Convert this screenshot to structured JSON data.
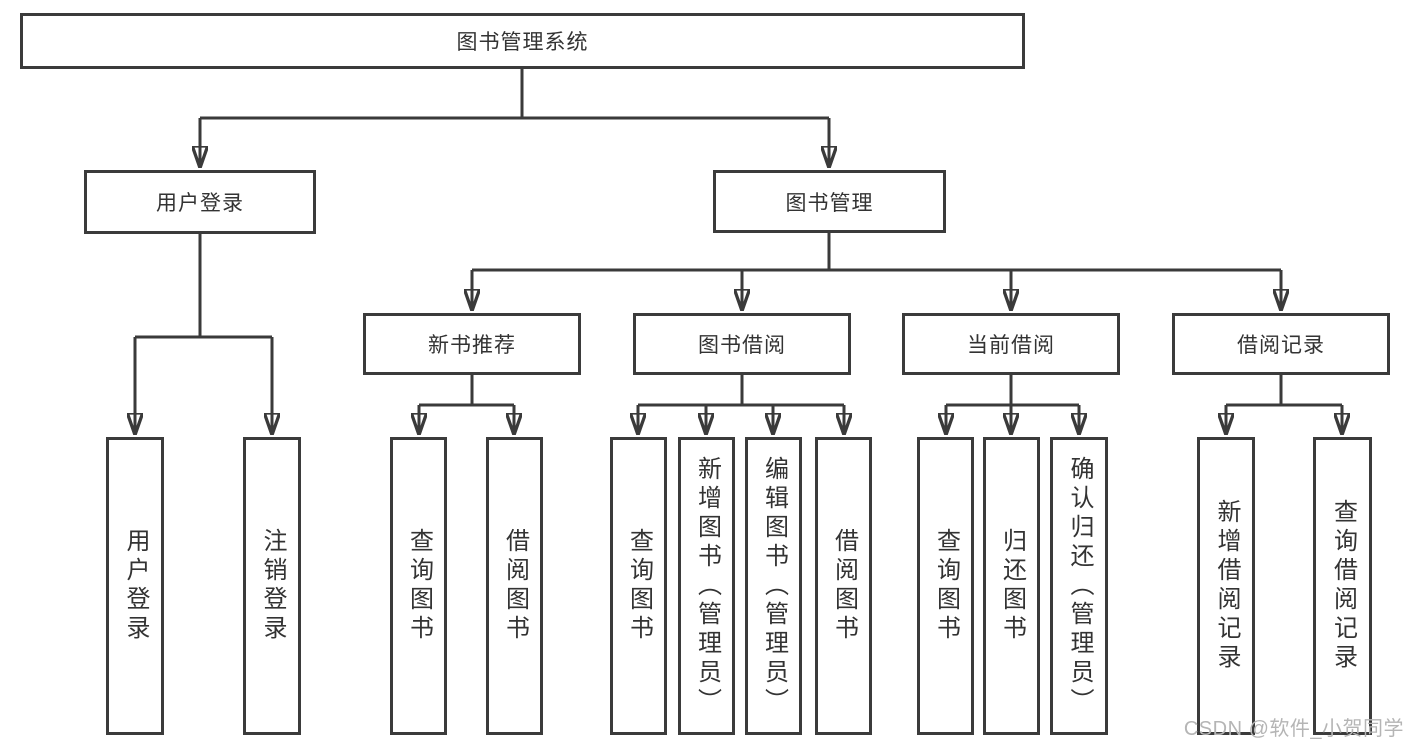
{
  "diagram": {
    "type": "tree-flowchart",
    "colors": {
      "line": "#3a3a3a",
      "box_border": "#3b3b3b",
      "text": "#333333",
      "watermark": "#b5b5b5",
      "background": "#ffffff"
    },
    "tree": {
      "root": "图书管理系统",
      "branches": [
        {
          "label": "用户登录",
          "children": [
            "用户登录",
            "注销登录"
          ]
        },
        {
          "label": "图书管理",
          "groups": [
            {
              "label": "新书推荐",
              "children": [
                "查询图书",
                "借阅图书"
              ]
            },
            {
              "label": "图书借阅",
              "children": [
                "查询图书",
                "新增图书（管理员）",
                "编辑图书（管理员）",
                "借阅图书"
              ]
            },
            {
              "label": "当前借阅",
              "children": [
                "查询图书",
                "归还图书",
                "确认归还（管理员）"
              ]
            },
            {
              "label": "借阅记录",
              "children": [
                "新增借阅记录",
                "查询借阅记录"
              ]
            }
          ]
        }
      ]
    },
    "watermark": "CSDN @软件_小贺同学"
  }
}
